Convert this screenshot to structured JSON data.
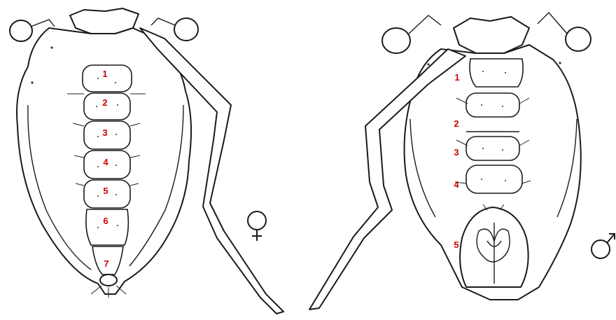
{
  "colors": {
    "outline": "#1a1a1a",
    "label": "#cc0000",
    "background": "#ffffff"
  },
  "female": {
    "symbol": "♀",
    "sternite_labels": [
      "1",
      "2",
      "3",
      "4",
      "5",
      "6",
      "7"
    ]
  },
  "male": {
    "symbol": "♂",
    "sternite_labels": [
      "1",
      "2",
      "3",
      "4",
      "5"
    ]
  }
}
